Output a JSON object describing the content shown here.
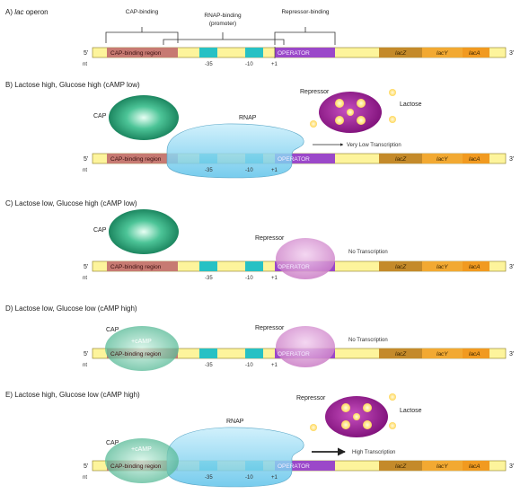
{
  "panels": [
    {
      "id": "A",
      "title_prefix": "A) ",
      "title_italic": "lac",
      "title_rest": " operon"
    },
    {
      "id": "B",
      "title": "B) Lactose high, Glucose high (cAMP low)"
    },
    {
      "id": "C",
      "title": "C) Lactose low, Glucose high (cAMP low)"
    },
    {
      "id": "D",
      "title": "D) Lactose low, Glucose low (cAMP high)"
    },
    {
      "id": "E",
      "title": "E) Lactose high, Glucose low (cAMP high)"
    }
  ],
  "brackets": {
    "cap_binding": "CAP-binding",
    "rnap_binding_line1": "RNAP-binding",
    "rnap_binding_line2": "(promoter)",
    "repressor_binding": "Repressor-binding"
  },
  "dna": {
    "five_prime": "5'",
    "three_prime": "3'",
    "nt": "nt",
    "cap_region": "CAP-binding region",
    "operator": "OPERATOR",
    "genes": [
      "lacZ",
      "lacY",
      "lacA"
    ],
    "positions": [
      "-35",
      "-10",
      "+1"
    ]
  },
  "entities": {
    "cap": "CAP",
    "camp": "+cAMP",
    "rnap": "RNAP",
    "repressor": "Repressor",
    "lactose": "Lactose"
  },
  "transcription": {
    "B": "Very Low Transcription",
    "C": "No Transcription",
    "D": "No Transcription",
    "E": "High Transcription"
  },
  "colors": {
    "dna_yellow": "#fdf49c",
    "cap_region": "#c77a72",
    "box_teal": "#27c1c4",
    "operator": "#9b48c9",
    "gene_brown": "#c48a2a",
    "gene_orange": "#f2a932",
    "cap_green": "#1f9a6d",
    "rnap_blue": "#8dd3ee",
    "repressor_purple": "#9a1f92",
    "lactose_yellow": "#ffe27a"
  }
}
